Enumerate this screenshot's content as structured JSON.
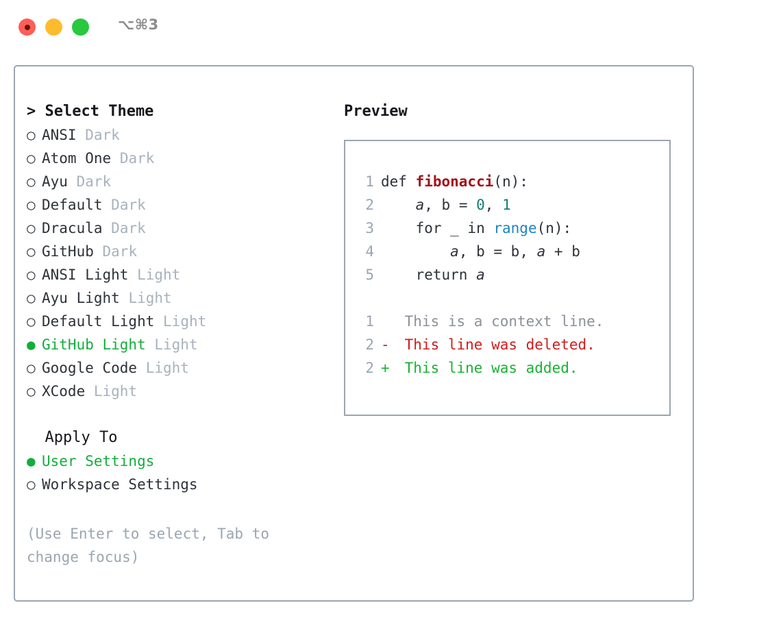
{
  "titlebar": {
    "shortcut": "⌥⌘3",
    "lights": [
      {
        "name": "close",
        "color": "#fb5f57"
      },
      {
        "name": "minimize",
        "color": "#fdbc2e"
      },
      {
        "name": "maximize",
        "color": "#28c83f"
      }
    ]
  },
  "theme_section": {
    "header": "> Select Theme",
    "items": [
      {
        "bullet": "○",
        "label": "ANSI",
        "badge": "Dark",
        "selected": false
      },
      {
        "bullet": "○",
        "label": "Atom One",
        "badge": "Dark",
        "selected": false
      },
      {
        "bullet": "○",
        "label": "Ayu",
        "badge": "Dark",
        "selected": false
      },
      {
        "bullet": "○",
        "label": "Default",
        "badge": "Dark",
        "selected": false
      },
      {
        "bullet": "○",
        "label": "Dracula",
        "badge": "Dark",
        "selected": false
      },
      {
        "bullet": "○",
        "label": "GitHub",
        "badge": "Dark",
        "selected": false
      },
      {
        "bullet": "○",
        "label": "ANSI Light",
        "badge": "Light",
        "selected": false
      },
      {
        "bullet": "○",
        "label": "Ayu Light",
        "badge": "Light",
        "selected": false
      },
      {
        "bullet": "○",
        "label": "Default Light",
        "badge": "Light",
        "selected": false
      },
      {
        "bullet": "●",
        "label": "GitHub Light",
        "badge": "Light",
        "selected": true
      },
      {
        "bullet": "○",
        "label": "Google Code",
        "badge": "Light",
        "selected": false
      },
      {
        "bullet": "○",
        "label": "XCode",
        "badge": "Light",
        "selected": false
      }
    ]
  },
  "apply_section": {
    "header": "  Apply To",
    "items": [
      {
        "bullet": "●",
        "label": "User Settings",
        "selected": true
      },
      {
        "bullet": "○",
        "label": "Workspace Settings",
        "selected": false
      }
    ]
  },
  "hint": "(Use Enter to select, Tab to change focus)",
  "preview": {
    "title": "Preview",
    "code_lines": [
      {
        "number": "1",
        "tokens": [
          {
            "text": "def ",
            "kind": "kw"
          },
          {
            "text": "fibonacci",
            "kind": "fn"
          },
          {
            "text": "(n):",
            "kind": "plain"
          }
        ]
      },
      {
        "number": "2",
        "tokens": [
          {
            "text": "    ",
            "kind": "plain"
          },
          {
            "text": "a",
            "kind": "var"
          },
          {
            "text": ", ",
            "kind": "plain"
          },
          {
            "text": "b",
            "kind": "plain"
          },
          {
            "text": " = ",
            "kind": "plain"
          },
          {
            "text": "0",
            "kind": "num"
          },
          {
            "text": ", ",
            "kind": "plain"
          },
          {
            "text": "1",
            "kind": "num"
          }
        ]
      },
      {
        "number": "3",
        "tokens": [
          {
            "text": "    for _ in ",
            "kind": "plain"
          },
          {
            "text": "range",
            "kind": "bi"
          },
          {
            "text": "(n):",
            "kind": "plain"
          }
        ]
      },
      {
        "number": "4",
        "tokens": [
          {
            "text": "        ",
            "kind": "plain"
          },
          {
            "text": "a",
            "kind": "var"
          },
          {
            "text": ", b = b, ",
            "kind": "plain"
          },
          {
            "text": "a",
            "kind": "var"
          },
          {
            "text": " + b",
            "kind": "plain"
          }
        ]
      },
      {
        "number": "5",
        "tokens": [
          {
            "text": "    return ",
            "kind": "plain"
          },
          {
            "text": "a",
            "kind": "var"
          }
        ]
      }
    ],
    "diff_lines": [
      {
        "number": "1",
        "marker": " ",
        "text": " This is a context line.",
        "kind": "ctx"
      },
      {
        "number": "2",
        "marker": "-",
        "text": " This line was deleted.",
        "kind": "del"
      },
      {
        "number": "2",
        "marker": "+",
        "text": " This line was added.",
        "kind": "add"
      }
    ]
  },
  "colors": {
    "accent_green": "#13ad3c",
    "border": "#9aa5b1",
    "muted": "#9aa5b1",
    "badge": "#a8b2bd",
    "text": "#2d3139",
    "diff_add": "#18b233",
    "diff_del": "#cf1c1c",
    "syntax_fn": "#a3121a",
    "syntax_num": "#0f7d74",
    "syntax_builtin": "#1b85c4"
  }
}
